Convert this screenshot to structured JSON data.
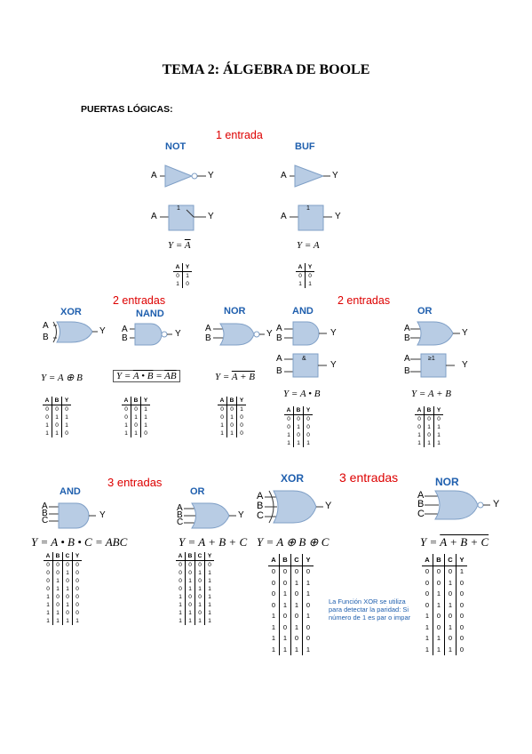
{
  "title": "TEMA 2: ÁLGEBRA DE BOOLE",
  "section": "PUERTAS LÓGICAS:",
  "group_labels": {
    "one_input": "1 entrada",
    "two_inputs_left": "2 entradas",
    "two_inputs_right": "2 entradas",
    "three_inputs_left": "3 entradas",
    "three_inputs_right": "3 entradas"
  },
  "gate_names": {
    "not": "NOT",
    "buf": "BUF",
    "xor2": "XOR",
    "nand": "NAND",
    "nor2": "NOR",
    "and2": "AND",
    "or2": "OR",
    "and3": "AND",
    "or3": "OR",
    "xor3": "XOR",
    "nor3": "NOR"
  },
  "io": {
    "a": "A",
    "b": "B",
    "c": "C",
    "y": "Y"
  },
  "ieee_symbols": {
    "not": "1",
    "buf": "1",
    "and": "&",
    "or": "≥1"
  },
  "equations": {
    "not": {
      "lhs": "Y = ",
      "rhs": "A"
    },
    "buf": {
      "text": "Y = A"
    },
    "xor2": {
      "text": "Y = A ⊕ B"
    },
    "nand": {
      "lhs": "Y = ",
      "rhs": "A • B",
      "tail": " = ",
      "tail2": "AB"
    },
    "nor2": {
      "lhs": "Y = ",
      "rhs": "A + B"
    },
    "and2": {
      "text": "Y = A • B"
    },
    "or2": {
      "text": "Y = A + B"
    },
    "and3": {
      "text": "Y = A • B • C = ABC"
    },
    "or3": {
      "text": "Y = A + B + C"
    },
    "xor3": {
      "text": "Y = A ⊕ B ⊕ C"
    },
    "nor3": {
      "lhs": "Y = ",
      "rhs": "A + B + C"
    }
  },
  "tables": {
    "not": {
      "header": [
        "A",
        "Y"
      ],
      "rows": [
        [
          "0",
          "1"
        ],
        [
          "1",
          "0"
        ]
      ]
    },
    "buf": {
      "header": [
        "A",
        "Y"
      ],
      "rows": [
        [
          "0",
          "0"
        ],
        [
          "1",
          "1"
        ]
      ]
    },
    "xor2": {
      "header": [
        "A",
        "B",
        "Y"
      ],
      "rows": [
        [
          "0",
          "0",
          "0"
        ],
        [
          "0",
          "1",
          "1"
        ],
        [
          "1",
          "0",
          "1"
        ],
        [
          "1",
          "1",
          "0"
        ]
      ]
    },
    "nand": {
      "header": [
        "A",
        "B",
        "Y"
      ],
      "rows": [
        [
          "0",
          "0",
          "1"
        ],
        [
          "0",
          "1",
          "1"
        ],
        [
          "1",
          "0",
          "1"
        ],
        [
          "1",
          "1",
          "0"
        ]
      ]
    },
    "nor2": {
      "header": [
        "A",
        "B",
        "Y"
      ],
      "rows": [
        [
          "0",
          "0",
          "1"
        ],
        [
          "0",
          "1",
          "0"
        ],
        [
          "1",
          "0",
          "0"
        ],
        [
          "1",
          "1",
          "0"
        ]
      ]
    },
    "and2": {
      "header": [
        "A",
        "B",
        "Y"
      ],
      "rows": [
        [
          "0",
          "0",
          "0"
        ],
        [
          "0",
          "1",
          "0"
        ],
        [
          "1",
          "0",
          "0"
        ],
        [
          "1",
          "1",
          "1"
        ]
      ]
    },
    "or2": {
      "header": [
        "A",
        "B",
        "Y"
      ],
      "rows": [
        [
          "0",
          "0",
          "0"
        ],
        [
          "0",
          "1",
          "1"
        ],
        [
          "1",
          "0",
          "1"
        ],
        [
          "1",
          "1",
          "1"
        ]
      ]
    },
    "and3": {
      "header": [
        "A",
        "B",
        "C",
        "Y"
      ],
      "rows": [
        [
          "0",
          "0",
          "0",
          "0"
        ],
        [
          "0",
          "0",
          "1",
          "0"
        ],
        [
          "0",
          "1",
          "0",
          "0"
        ],
        [
          "0",
          "1",
          "1",
          "0"
        ],
        [
          "1",
          "0",
          "0",
          "0"
        ],
        [
          "1",
          "0",
          "1",
          "0"
        ],
        [
          "1",
          "1",
          "0",
          "0"
        ],
        [
          "1",
          "1",
          "1",
          "1"
        ]
      ]
    },
    "or3": {
      "header": [
        "A",
        "B",
        "C",
        "Y"
      ],
      "rows": [
        [
          "0",
          "0",
          "0",
          "0"
        ],
        [
          "0",
          "0",
          "1",
          "1"
        ],
        [
          "0",
          "1",
          "0",
          "1"
        ],
        [
          "0",
          "1",
          "1",
          "1"
        ],
        [
          "1",
          "0",
          "0",
          "1"
        ],
        [
          "1",
          "0",
          "1",
          "1"
        ],
        [
          "1",
          "1",
          "0",
          "1"
        ],
        [
          "1",
          "1",
          "1",
          "1"
        ]
      ]
    },
    "xor3": {
      "header": [
        "A",
        "B",
        "C",
        "Y"
      ],
      "rows": [
        [
          "0",
          "0",
          "0",
          "0"
        ],
        [
          "0",
          "0",
          "1",
          "1"
        ],
        [
          "0",
          "1",
          "0",
          "1"
        ],
        [
          "0",
          "1",
          "1",
          "0"
        ],
        [
          "1",
          "0",
          "0",
          "1"
        ],
        [
          "1",
          "0",
          "1",
          "0"
        ],
        [
          "1",
          "1",
          "0",
          "0"
        ],
        [
          "1",
          "1",
          "1",
          "1"
        ]
      ]
    },
    "nor3": {
      "header": [
        "A",
        "B",
        "C",
        "Y"
      ],
      "rows": [
        [
          "0",
          "0",
          "0",
          "1"
        ],
        [
          "0",
          "0",
          "1",
          "0"
        ],
        [
          "0",
          "1",
          "0",
          "0"
        ],
        [
          "0",
          "1",
          "1",
          "0"
        ],
        [
          "1",
          "0",
          "0",
          "0"
        ],
        [
          "1",
          "0",
          "1",
          "0"
        ],
        [
          "1",
          "1",
          "0",
          "0"
        ],
        [
          "1",
          "1",
          "1",
          "0"
        ]
      ]
    }
  },
  "xor_note": "La Función XOR se utiliza para detectar la paridad: Si número de 1 es par o impar",
  "colors": {
    "gate_fill": "#b8cce4",
    "gate_stroke": "#7f9fc6",
    "accent_red": "#dd0000",
    "accent_blue": "#1f5fae"
  }
}
